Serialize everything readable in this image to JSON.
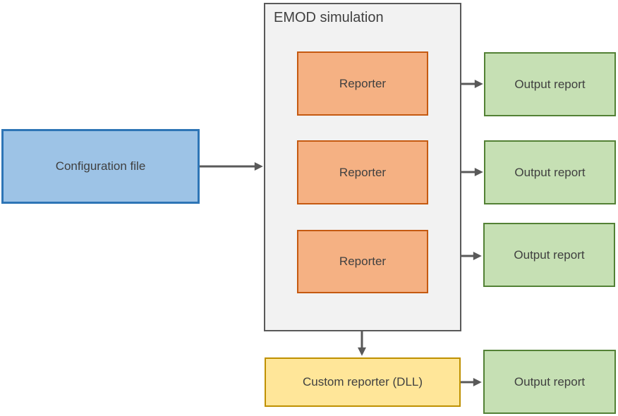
{
  "diagram": {
    "container": {
      "title": "EMOD simulation"
    },
    "config_file": {
      "label": "Configuration file"
    },
    "reporters": [
      {
        "label": "Reporter"
      },
      {
        "label": "Reporter"
      },
      {
        "label": "Reporter"
      }
    ],
    "output_reports": [
      {
        "label": "Output report"
      },
      {
        "label": "Output report"
      },
      {
        "label": "Output report"
      },
      {
        "label": "Output report"
      }
    ],
    "custom_reporter": {
      "label": "Custom reporter (DLL)"
    },
    "colors": {
      "config_fill": "#9DC3E6",
      "config_border": "#2E75B6",
      "reporter_fill": "#F5B183",
      "reporter_border": "#C55A11",
      "output_fill": "#C6E0B4",
      "output_border": "#538135",
      "custom_fill": "#FFE699",
      "custom_border": "#BF9000",
      "container_fill": "#F2F2F2",
      "container_border": "#595959",
      "arrow": "#595959",
      "text": "#404040"
    }
  }
}
